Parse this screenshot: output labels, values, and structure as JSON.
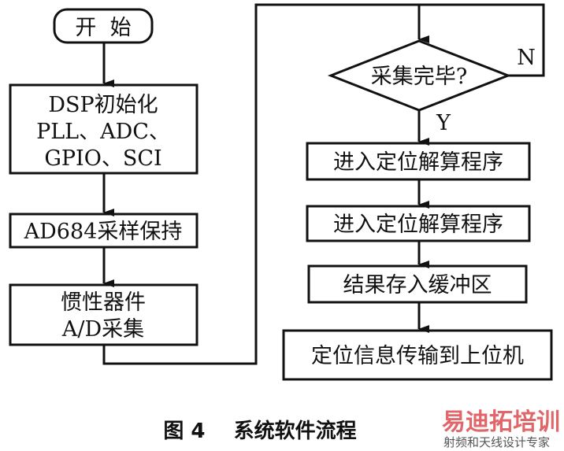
{
  "flowchart": {
    "start": "开  始",
    "init": [
      "DSP初始化",
      "PLL、ADC、",
      "GPIO、SCI"
    ],
    "sample_hold": "AD684采样保持",
    "acquire": [
      "惯性器件",
      "A/D采集"
    ],
    "decision": "采集完毕?",
    "no_label": "N",
    "yes_label": "Y",
    "step1": "进入定位解算程序",
    "step2": "进入定位解算程序",
    "step3": "结果存入缓冲区",
    "step4": "定位信息传输到上位机"
  },
  "caption": "图 4    系统软件流程",
  "watermark": {
    "title": "易迪拓培训",
    "subtitle": "射频和天线设计专家",
    "colors": {
      "red": "#e0666a",
      "blue": "#7fa6d6"
    }
  }
}
